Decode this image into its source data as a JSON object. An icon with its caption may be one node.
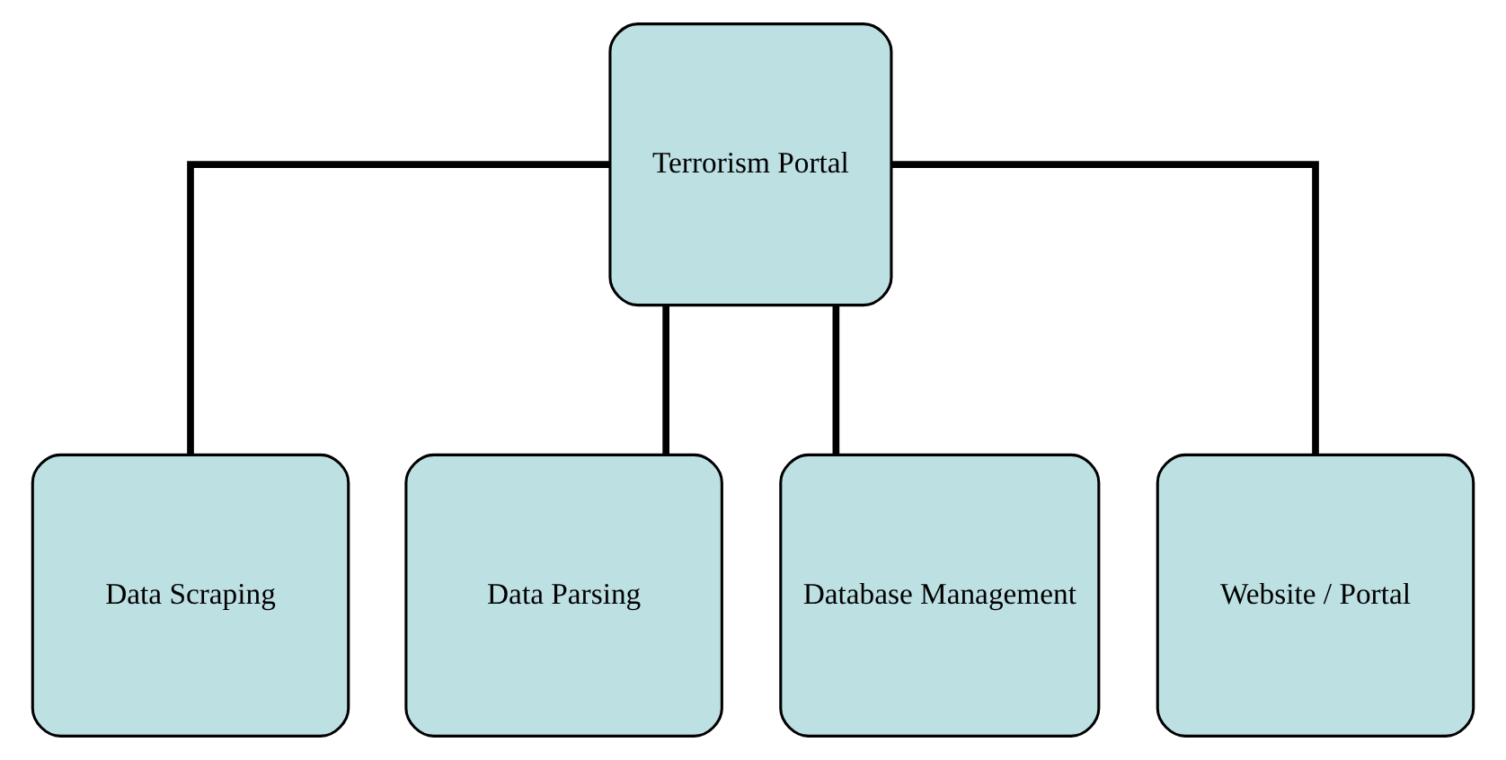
{
  "diagram": {
    "nodes": [
      {
        "text": [
          "Terrorism Portal"
        ]
      },
      {
        "text": [
          "Data Scraping"
        ]
      },
      {
        "text": [
          "Data Parsing"
        ]
      },
      {
        "text": [
          "Database Management"
        ]
      },
      {
        "text": [
          "Website / Portal"
        ]
      }
    ],
    "edges": [
      {
        "from": 0,
        "to": 1,
        "arrow": "none"
      },
      {
        "from": 0,
        "to": 2,
        "arrow": "none"
      },
      {
        "from": 0,
        "to": 3,
        "arrow": "none"
      },
      {
        "from": 0,
        "to": 4,
        "arrow": "none"
      }
    ]
  }
}
